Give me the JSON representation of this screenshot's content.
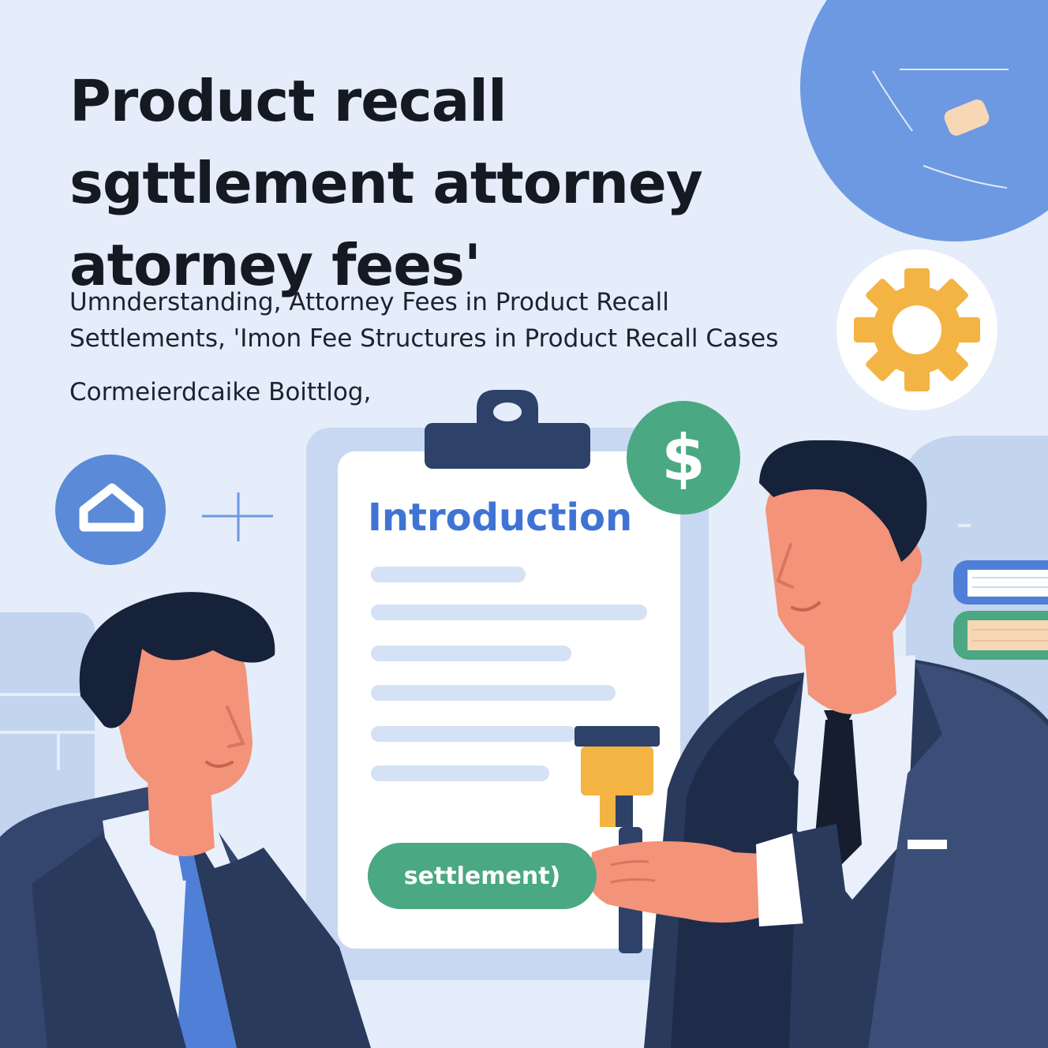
{
  "title": {
    "line1": "Product recall",
    "line2": "sgttlement attorney",
    "line3": "atorney  fees'"
  },
  "subtitle": {
    "line1": "Umnderstanding, Attorney Fees in Product Recall",
    "line2": "Settlements, 'Imon Fee Structures in Product Recall Cases",
    "line3": "Cormeierdcaike Boittlog,"
  },
  "document": {
    "heading": "Introduction",
    "badge_label": "settlement)"
  },
  "currency_symbol": "$",
  "icons": [
    "home-icon",
    "plus-icon",
    "gear-icon",
    "dollar-icon",
    "clipboard-icon",
    "gavel-icon",
    "books-icon"
  ],
  "colors": {
    "background": "#e4edf9",
    "accent_blue": "#3f74d4",
    "accent_green": "#4aa882",
    "gear_yellow": "#f3b443",
    "suit_navy": "#2a3a5c",
    "skin": "#f2937a",
    "text_dark": "#141922"
  }
}
